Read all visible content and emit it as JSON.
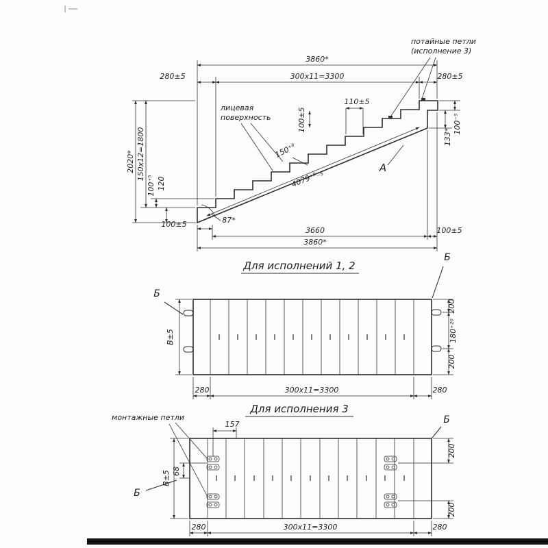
{
  "side": {
    "d3860_top": "3860*",
    "d280l": "280±5",
    "d300x11": "300x11=3300",
    "d280r": "280±5",
    "d110": "110±5",
    "d100mid": "100±5",
    "hidden1": "потайные петли",
    "hidden2": "(исполнение 3)",
    "face1": "лицевая",
    "face2": "поверхность",
    "d2020": "2020*",
    "d150x12": "150x12=1800",
    "d100l": "100⁺⁵",
    "d120": "120",
    "d150r": "150⁺⁶",
    "d4079": "4079⁺⁶₋₅",
    "labelA": "А",
    "d133": "133*",
    "d100r": "100⁻⁵",
    "d100bl": "100±5",
    "d87": "87*",
    "d3660": "3660",
    "d100br": "100±5",
    "d3860_bot": "3860*"
  },
  "plan12": {
    "title": "Для исполнений 1, 2",
    "secB": "Б",
    "dB": "В±5",
    "d200t": "200",
    "d180": "180⁺²⁰",
    "d200b": "200",
    "d280l": "280",
    "d300x11": "300x11=3300",
    "d280r": "280"
  },
  "plan3": {
    "title": "Для исполнения 3",
    "ann": "монтажные петли",
    "d157": "157",
    "secB": "Б",
    "dB": "В±5",
    "d68": "68",
    "d200t": "200",
    "d200b": "200",
    "d280l": "280",
    "d300x11": "300x11=3300",
    "d280r": "280"
  }
}
